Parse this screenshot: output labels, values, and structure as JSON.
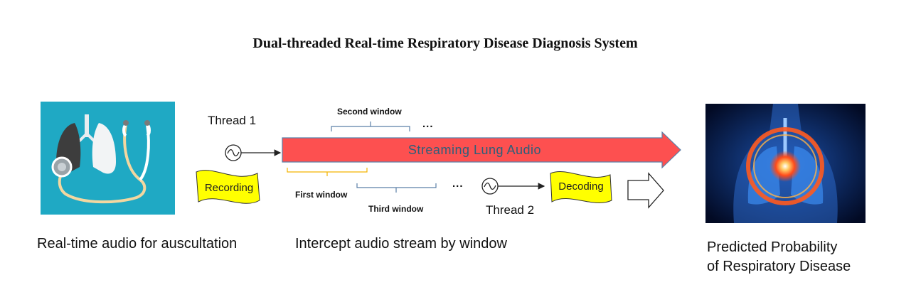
{
  "title": "Dual-threaded Real-time Respiratory Disease Diagnosis System",
  "left_panel": {
    "icon": "lungs-stethoscope-icon",
    "caption": "Real-time audio for auscultation"
  },
  "middle_panel": {
    "thread1_label": "Thread 1",
    "thread2_label": "Thread 2",
    "stream_label": "Streaming  Lung  Audio",
    "recording_label": "Recording",
    "decoding_label": "Decoding",
    "windows": {
      "first": "First window",
      "second": "Second window",
      "third": "Third window"
    },
    "ellipsis": "...",
    "caption": "Intercept audio stream by window"
  },
  "right_panel": {
    "icon": "lungs-xray-glow-icon",
    "caption_line1": "Predicted Probability",
    "caption_line2": "of Respiratory Disease"
  },
  "colors": {
    "stream_arrow": "#fd5050",
    "teal_background": "#1fa9c4",
    "flag_yellow": "#ffff00",
    "first_window_bracket": "#f4b400",
    "other_window_bracket": "#5b7fa6"
  }
}
